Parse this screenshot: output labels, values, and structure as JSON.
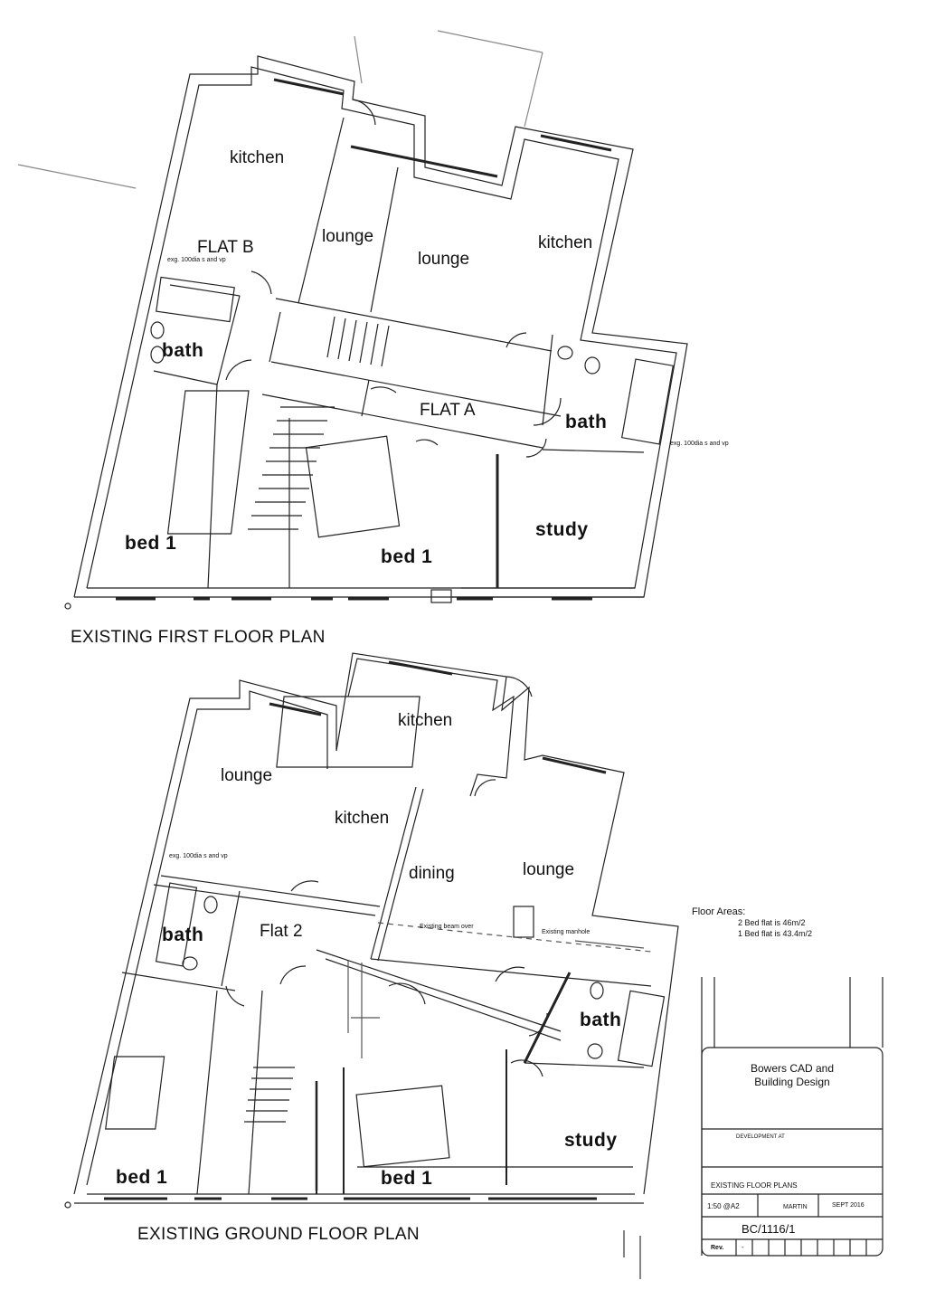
{
  "first_floor": {
    "title": "EXISTING FIRST FLOOR PLAN",
    "rooms": {
      "kitchen_b": "kitchen",
      "flat_b": "FLAT B",
      "lounge_b": "lounge",
      "lounge_a": "lounge",
      "kitchen_a": "kitchen",
      "bath_b": "bath",
      "flat_a": "FLAT A",
      "bath_a": "bath",
      "bed1_left": "bed 1",
      "bed1_mid": "bed 1",
      "study": "study"
    },
    "notes": {
      "svp_left": "exg. 100dia s and vp",
      "svp_right": "exg. 100dia s and vp"
    }
  },
  "ground_floor": {
    "title": "EXISTING GROUND FLOOR PLAN",
    "rooms": {
      "kitchen_top": "kitchen",
      "lounge_left": "lounge",
      "kitchen_mid": "kitchen",
      "dining": "dining",
      "lounge_right": "lounge",
      "bath_left": "bath",
      "flat2": "Flat 2",
      "bath_right": "bath",
      "study": "study",
      "bed1_left": "bed 1",
      "bed1_mid": "bed 1"
    },
    "notes": {
      "svp": "exg. 100dia s and vp",
      "beam": "Existing beam over",
      "manhole": "Existing manhole"
    }
  },
  "floor_areas": {
    "heading": "Floor Areas:",
    "line1": "2 Bed flat is 46m/2",
    "line2": "1 Bed flat is 43.4m/2"
  },
  "title_block": {
    "company_line1": "Bowers CAD and",
    "company_line2": "Building Design",
    "project": "DEVELOPMENT AT",
    "drawing_title": "EXISTING FLOOR PLANS",
    "scale": "1:50 @A2",
    "drawn_by": "MARTIN",
    "date": "SEPT 2016",
    "drawing_number": "BC/1116/1",
    "rev_label": "Rev.",
    "rev_value": "-"
  }
}
